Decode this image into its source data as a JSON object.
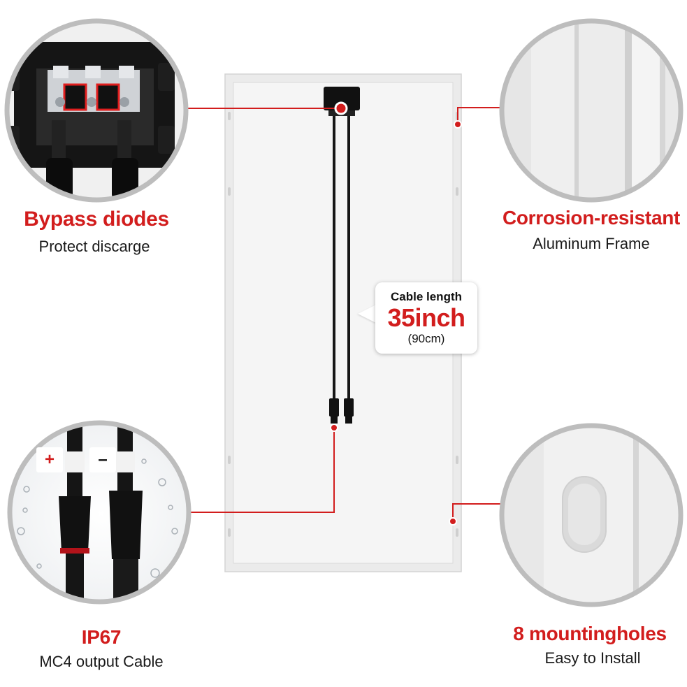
{
  "features": {
    "bypass": {
      "title": "Bypass diodes",
      "subtitle": "Protect discarge"
    },
    "frame": {
      "title": "Corrosion-resistant",
      "subtitle": "Aluminum Frame"
    },
    "ip": {
      "title": "IP67",
      "subtitle": "MC4 output Cable"
    },
    "holes": {
      "title": "8 mountingholes",
      "subtitle": "Easy to Install"
    }
  },
  "cable": {
    "label": "Cable length",
    "value": "35inch",
    "metric": "(90cm)"
  },
  "polarity": {
    "plus": "+",
    "minus": "–"
  },
  "colors": {
    "accent": "#d21d1d",
    "frame": "#e9e9e9",
    "panel": "#f4f4f4",
    "ring": "#bdbdbd"
  }
}
